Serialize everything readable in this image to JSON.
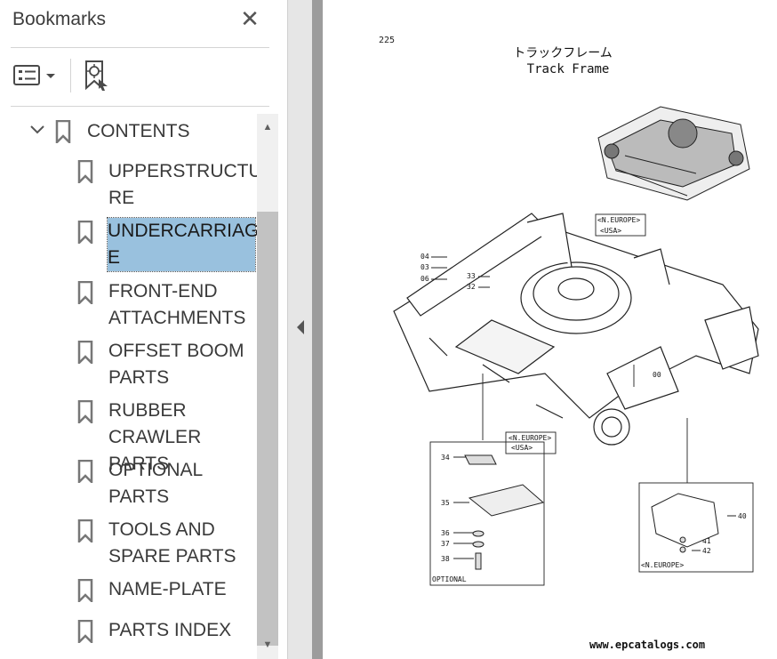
{
  "bookmarks_panel": {
    "title": "Bookmarks",
    "close_glyph": "✕",
    "toolbar": {
      "options_icon": "list-options-icon",
      "find_current_icon": "bookmark-target-icon"
    },
    "root": {
      "label": "CONTENTS",
      "expanded": true,
      "children": [
        {
          "label": "UPPERSTRUCTU\nRE"
        },
        {
          "label": "UNDERCARRIAG\nE",
          "selected": true
        },
        {
          "label": "FRONT-END\nATTACHMENTS"
        },
        {
          "label": "OFFSET BOOM\nPARTS"
        },
        {
          "label": "RUBBER\nCRAWLER PARTS"
        },
        {
          "label": "OPTIONAL\nPARTS"
        },
        {
          "label": "TOOLS AND\nSPARE PARTS"
        },
        {
          "label": "NAME-PLATE"
        },
        {
          "label": "PARTS INDEX"
        }
      ]
    }
  },
  "document_page": {
    "page_number": "225",
    "title_jp": "トラックフレーム",
    "title_en": "Track Frame",
    "callouts": {
      "n_europe": "<N.EUROPE>",
      "usa": "<USA>",
      "optional": "OPTIONAL",
      "parts": [
        "04",
        "03",
        "06",
        "33",
        "32",
        "00",
        "34",
        "35",
        "36",
        "37",
        "38",
        "40",
        "41",
        "42"
      ]
    },
    "watermark": "www.epcatalogs.com"
  },
  "colors": {
    "selection": "#99c1de",
    "scroll_thumb": "#c2c2c2",
    "text": "#3a3a3a"
  }
}
